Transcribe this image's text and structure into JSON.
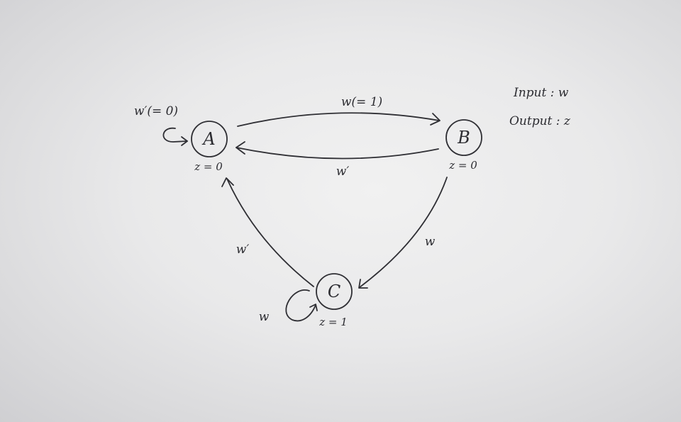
{
  "legend": {
    "input": "Input : w",
    "output": "Output : z"
  },
  "states": {
    "a": {
      "name": "A",
      "output": "z = 0"
    },
    "b": {
      "name": "B",
      "output": "z = 0"
    },
    "c": {
      "name": "C",
      "output": "z = 1"
    }
  },
  "transitions": {
    "a_self": "w′(= 0)",
    "a_to_b": "w(= 1)",
    "b_to_a": "w′",
    "b_to_c": "w",
    "c_to_a": "w′",
    "c_self": "w"
  },
  "colors": {
    "ink": "#2f2f34",
    "paper": "#e9e9ea"
  }
}
